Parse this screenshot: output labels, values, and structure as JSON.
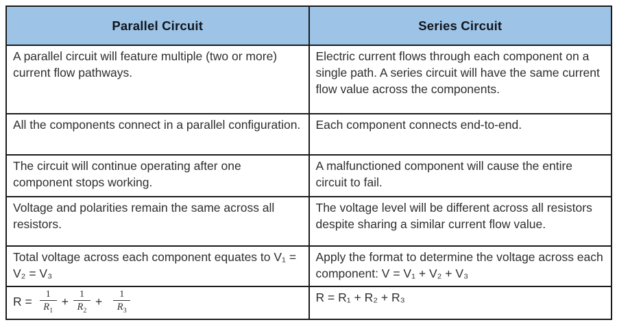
{
  "table": {
    "columns": [
      {
        "label": "Parallel Circuit"
      },
      {
        "label": "Series Circuit"
      }
    ],
    "header_bg": "#9DC3E6",
    "border_color": "#1a1a1a",
    "rows": [
      {
        "parallel": "A parallel circuit will feature multiple (two or more) current flow pathways.",
        "series": "Electric current flows through each component on a single path. A series circuit will have the same current flow value across the components."
      },
      {
        "parallel": "All the components connect in a parallel configuration.",
        "series": "Each component connects end-to-end."
      },
      {
        "parallel": "The circuit will continue operating after one component stops working.",
        "series": "A malfunctioned component will cause the entire circuit to fail."
      },
      {
        "parallel": "Voltage and polarities remain the same across all resistors.",
        "series": "The voltage level will be different across all resistors despite sharing a similar current flow value."
      },
      {
        "parallel": "Total voltage across each component equates to V₁ = V₂ = V₃",
        "series": "Apply the format to determine the voltage across each component: V = V₁ + V₂ + V₃"
      }
    ],
    "formula_row": {
      "parallel": {
        "lead": "R =",
        "plus": "+",
        "fractions": [
          {
            "num": "1",
            "den": "R",
            "sub": "1"
          },
          {
            "num": "1",
            "den": "R",
            "sub": "2"
          },
          {
            "num": "1",
            "den": "R",
            "sub": "3"
          }
        ]
      },
      "series": "R = R₁ + R₂ + R₃"
    }
  }
}
